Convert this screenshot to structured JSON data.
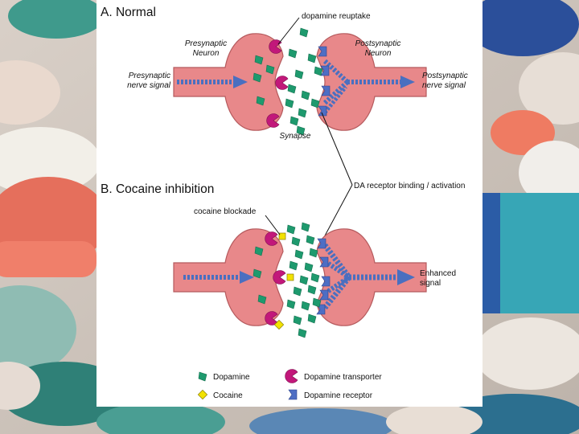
{
  "diagram": {
    "section_a": {
      "title": "A. Normal",
      "presynaptic_neuron": [
        "Presynaptic",
        "Neuron"
      ],
      "postsynaptic_neuron": [
        "Postsynaptic",
        "Neuron"
      ],
      "presynaptic_signal": [
        "Presynaptic",
        "nerve signal"
      ],
      "postsynaptic_signal": [
        "Postsynaptic",
        "nerve signal"
      ],
      "synapse_label": "Synapse",
      "reuptake_callout": "dopamine reuptake"
    },
    "section_b": {
      "title": "B. Cocaine inhibition",
      "blockade_callout": "cocaine blockade",
      "enhanced_signal": [
        "Enhanced",
        "signal"
      ]
    },
    "receptor_callout": "DA receptor binding / activation",
    "legend": {
      "dopamine": "Dopamine",
      "cocaine": "Cocaine",
      "transporter": "Dopamine transporter",
      "receptor": "Dopamine receptor"
    },
    "colors": {
      "neuron_fill": "#e8888a",
      "neuron_stroke": "#b55a5d",
      "signal_blue": "#4a6fc0",
      "dopamine_green": "#1e9a6e",
      "transporter_magenta": "#c2187a",
      "cocaine_yellow": "#f2e200",
      "receptor_blue": "#4e6ec4"
    }
  }
}
